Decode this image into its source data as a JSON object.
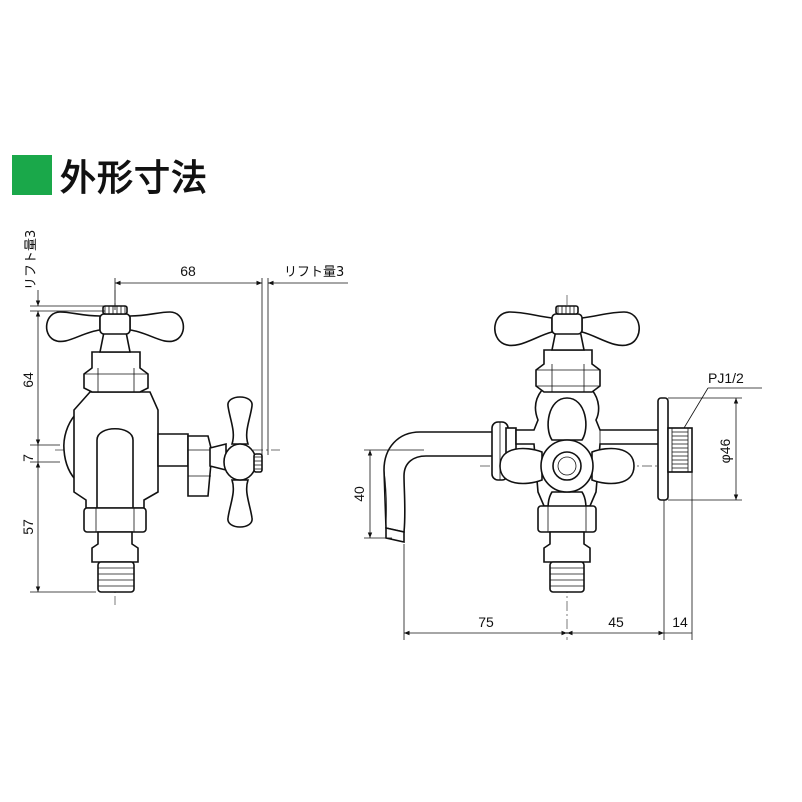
{
  "title": {
    "text": "外形寸法",
    "square_color": "#1aa84a"
  },
  "side_view": {
    "dim_width": "68",
    "lift_top_label": "リフト量3",
    "lift_left_label": "リフト量3",
    "dim_handle_height": "64",
    "dim_offset": "7",
    "dim_lower": "57"
  },
  "front_view": {
    "thread_label": "PJ1/2",
    "dim_diameter": "φ46",
    "dim_spout_drop": "40",
    "dim_spout_reach": "75",
    "dim_to_flange": "45",
    "dim_flange": "14"
  }
}
